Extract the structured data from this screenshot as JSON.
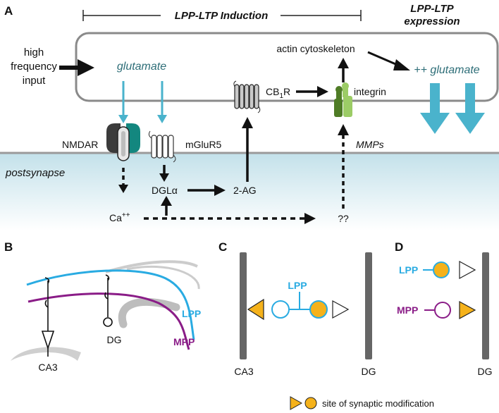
{
  "panels": {
    "a": "A",
    "b": "B",
    "c": "C",
    "d": "D"
  },
  "panel_a": {
    "induction_title": "LPP-LTP Induction",
    "expression_title_line1": "LPP-LTP",
    "expression_title_line2": "expression",
    "input_line1": "high",
    "input_line2": "frequency",
    "input_line3": "input",
    "glutamate": "glutamate",
    "glutamate_plus": "++ glutamate",
    "actin": "actin cytoskeleton",
    "cb1r_main": "CB",
    "cb1r_sub": "1",
    "cb1r_tail": "R",
    "integrin": "integrin",
    "nmdar": "NMDAR",
    "mglur5": "mGluR5",
    "mmps": "MMPs",
    "postsynapse": "postsynapse",
    "dgla": "DGLα",
    "two_ag": "2-AG",
    "ca_main": "Ca",
    "ca_sup": "++",
    "unknown": "??"
  },
  "panel_b": {
    "lpp": "LPP",
    "mpp": "MPP",
    "dg": "DG",
    "ca3": "CA3"
  },
  "panel_c": {
    "lpp": "LPP",
    "ca3": "CA3",
    "dg": "DG"
  },
  "panel_d": {
    "lpp": "LPP",
    "mpp": "MPP",
    "dg": "DG"
  },
  "legend": {
    "text": "site of synaptic modification"
  },
  "colors": {
    "glutamate_blue": "#4ab3cc",
    "lpp_blue": "#29abe2",
    "mpp_purple": "#8a1c87",
    "modification_orange": "#f5b21b",
    "integrin_green": "#8cc152",
    "nmdar_teal": "#13877f"
  }
}
